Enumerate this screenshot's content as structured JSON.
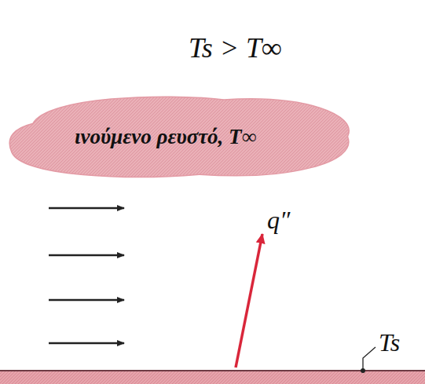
{
  "diagram": {
    "nodes": [
      {
        "text": [
          "ινούμενο ρευστό, T∞"
        ]
      }
    ],
    "labels": [
      "Ts > T∞",
      "q″",
      "Ts"
    ]
  }
}
